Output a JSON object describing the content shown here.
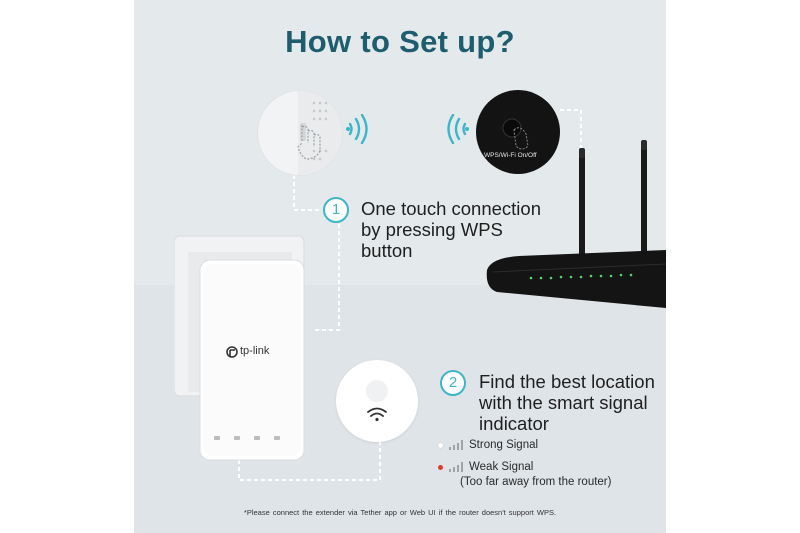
{
  "title": "How to Set up?",
  "brand": "tp-link",
  "wps_button_label": "WPS/Wi-Fi On/Off",
  "step1": {
    "number": "1",
    "lines": [
      "One touch connection",
      "by pressing WPS",
      "button"
    ]
  },
  "step2": {
    "number": "2",
    "lines": [
      "Find the best location",
      "with the smart signal",
      "indicator"
    ]
  },
  "legend": {
    "strong": {
      "label": "Strong Signal",
      "color": "#ffffff"
    },
    "weak": {
      "label": "Weak Signal",
      "sub": "(Too far away from the router)",
      "color": "#e03b2a"
    }
  },
  "footnote": "*Please connect the extender via Tether app or Web UI  if the router doesn't support WPS.",
  "colors": {
    "accent": "#3eb5c8",
    "title": "#1e5d6e"
  },
  "icons": [
    "wifi-signal-icon",
    "signal-bars-icon",
    "hand-press-icon"
  ]
}
